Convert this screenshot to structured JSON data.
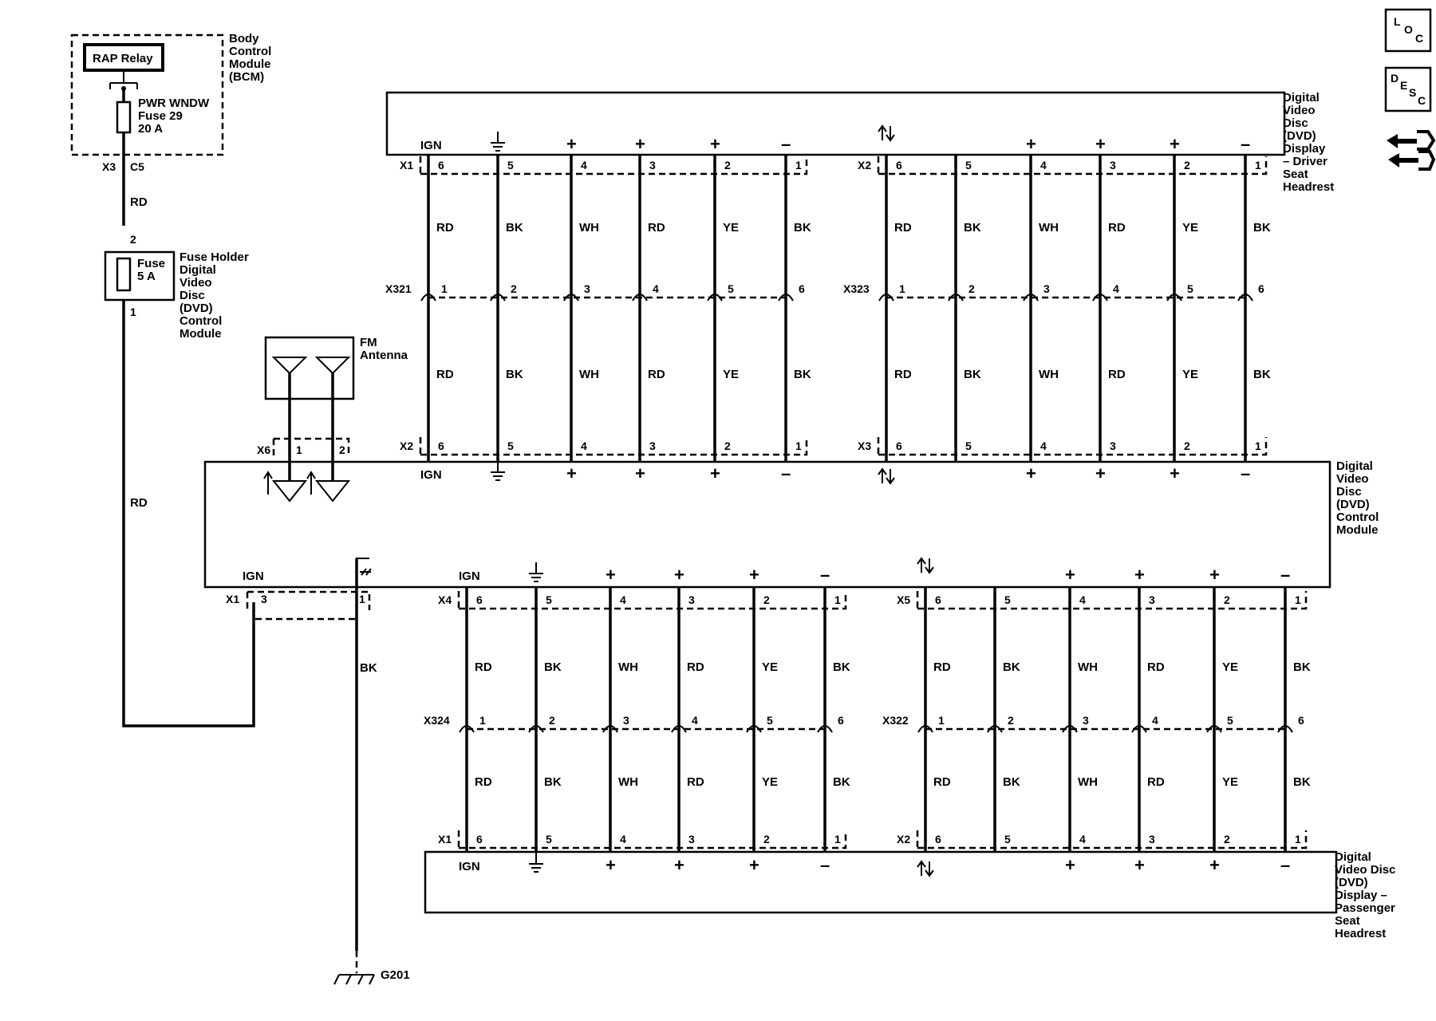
{
  "bcm": {
    "name_lines": [
      "Body",
      "Control",
      "Module",
      "(BCM)"
    ],
    "relay": "RAP Relay",
    "fuse_lines": [
      "PWR WNDW",
      "Fuse 29",
      "20 A"
    ],
    "connector": "X3",
    "pin": "C5"
  },
  "fuse_holder": {
    "name_lines": [
      "Fuse Holder",
      "Digital",
      "Video",
      "Disc",
      "(DVD)",
      "Control",
      "Module"
    ],
    "fuse_lines": [
      "Fuse",
      "5 A"
    ],
    "pin_in": "2",
    "pin_out": "1"
  },
  "feed_wire_color": "RD",
  "antenna": {
    "name_lines": [
      "FM",
      "Antenna"
    ],
    "connector": "X6",
    "pins": [
      "1",
      "2"
    ]
  },
  "driver_display": {
    "name_lines": [
      "Digital",
      "Video",
      "Disc",
      "(DVD)",
      "Display",
      "– Driver",
      "Seat",
      "Headrest"
    ],
    "left_connector": "X1",
    "right_connector": "X2"
  },
  "passenger_display": {
    "name_lines": [
      "Digital",
      "Video Disc",
      "(DVD)",
      "Display –",
      "Passenger",
      "Seat",
      "Headrest"
    ],
    "left_connector": "X1",
    "right_connector": "X2"
  },
  "control_module": {
    "name_lines": [
      "Digital",
      "Video",
      "Disc",
      "(DVD)",
      "Control",
      "Module"
    ],
    "upper_left_connector": "X2",
    "upper_right_connector": "X3",
    "lower_left_connector": "X4",
    "lower_right_connector": "X5",
    "power_connector": "X1",
    "power_pins": [
      "3",
      "1"
    ],
    "power_labels": [
      "IGN"
    ]
  },
  "inline_connectors": {
    "top_left": "X321",
    "top_right": "X323",
    "bottom_left": "X324",
    "bottom_right": "X322"
  },
  "ground": {
    "name": "G201",
    "wire_color": "BK"
  },
  "channel": {
    "pins_desc": [
      "6",
      "5",
      "4",
      "3",
      "2",
      "1"
    ],
    "pins_asc": [
      "1",
      "2",
      "3",
      "4",
      "5",
      "6"
    ],
    "wire_colors": [
      "RD",
      "BK",
      "WH",
      "RD",
      "YE",
      "BK"
    ],
    "ign_label": "IGN",
    "symbols": [
      "+",
      "+",
      "+",
      "–"
    ]
  },
  "side_icons": [
    {
      "name": "loc-icon",
      "letters": [
        "L",
        "O",
        "C"
      ]
    },
    {
      "name": "desc-icon",
      "letters": [
        "D",
        "E",
        "S",
        "C"
      ]
    },
    {
      "name": "connector-tool-icon"
    }
  ]
}
